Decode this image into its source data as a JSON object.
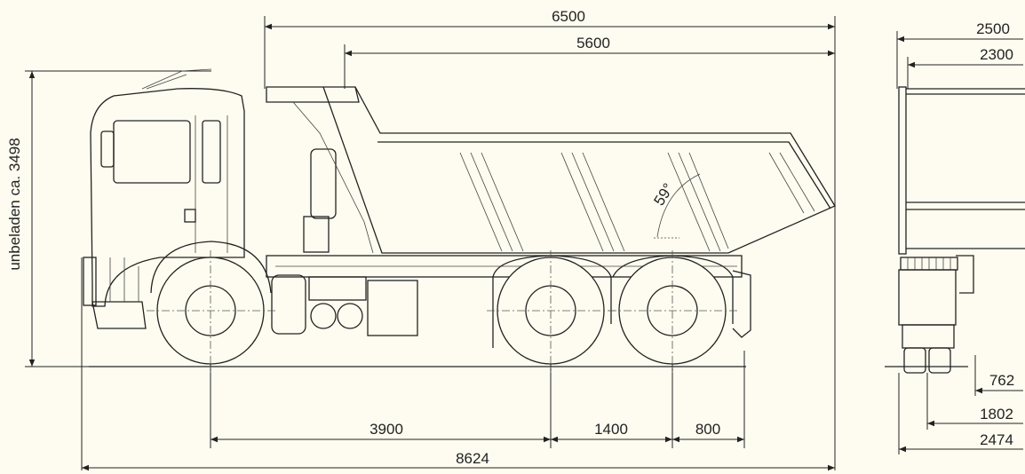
{
  "dimensions": {
    "body_length": "6500",
    "box_length": "5600",
    "overall_width": "2500",
    "box_width": "2300",
    "unladen_height": "unbeladen ca. 3498",
    "tip_angle": "59°",
    "wheelbase_front": "3900",
    "axle_spacing": "1400",
    "rear_overhang": "800",
    "overall_length": "8624",
    "rear_762": "762",
    "rear_1802": "1802",
    "rear_2474": "2474"
  },
  "colors": {
    "background": "#fefcf0",
    "line": "#222222"
  }
}
